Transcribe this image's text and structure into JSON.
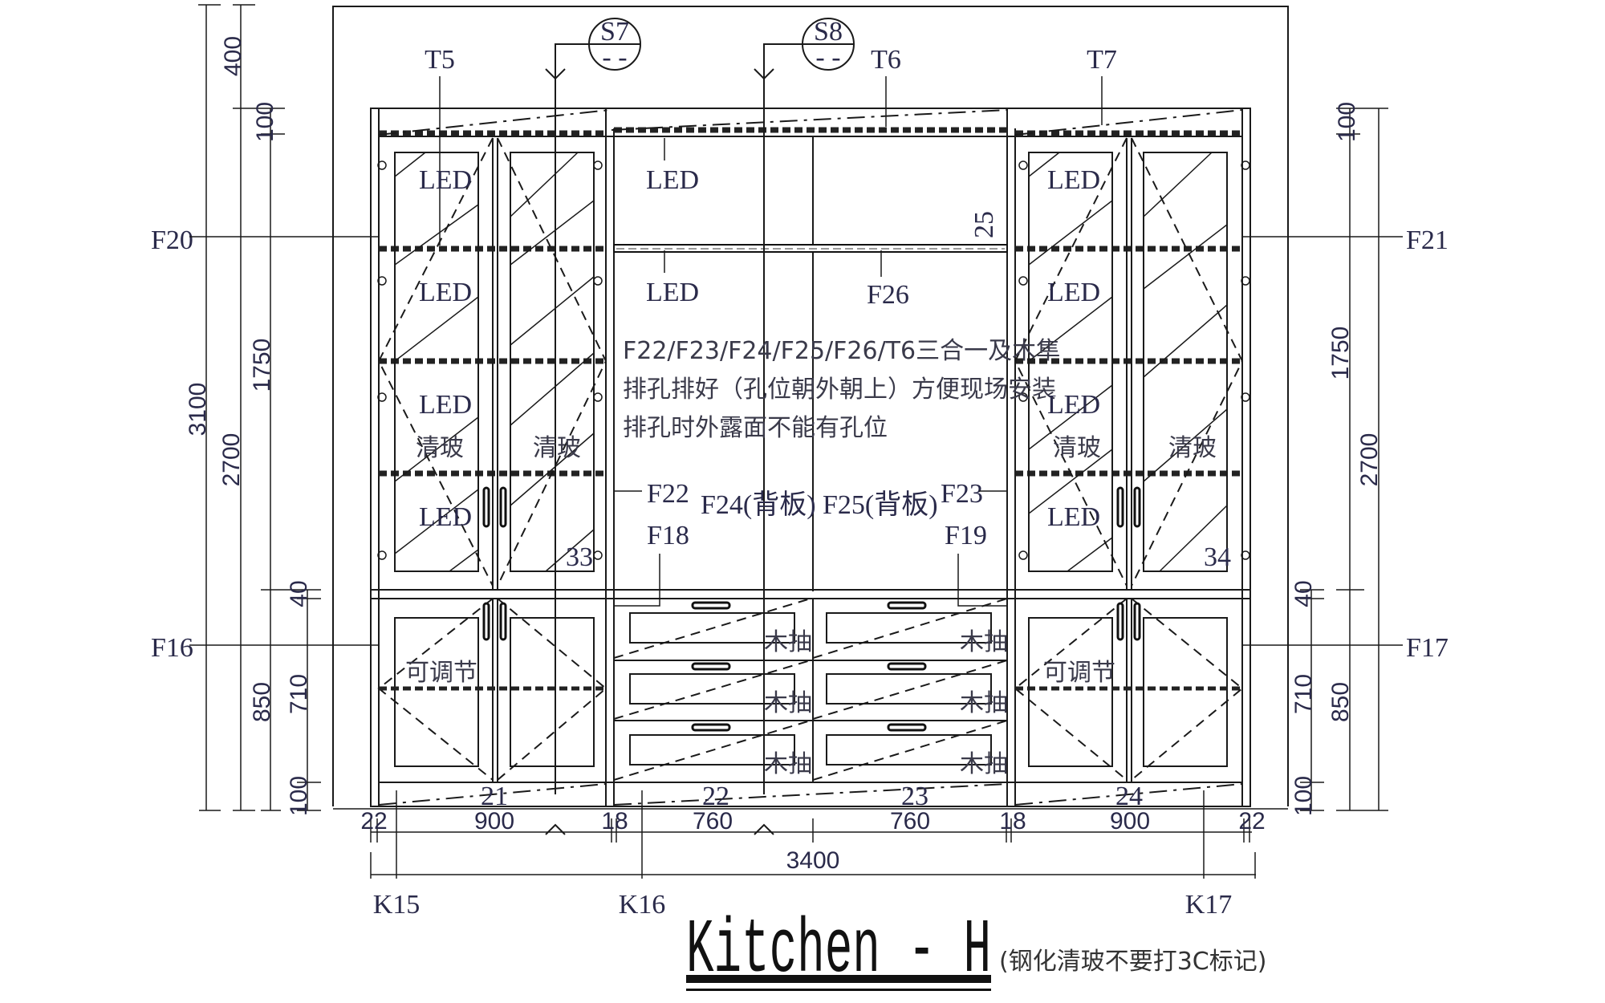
{
  "title": {
    "main": "Kitchen - H",
    "note": "(钢化清玻不要打3C标记)"
  },
  "section_markers": [
    {
      "id": "S7",
      "sub": "- -"
    },
    {
      "id": "S8",
      "sub": "- -"
    }
  ],
  "top_labels": {
    "t5": "T5",
    "t6": "T6",
    "t7": "T7"
  },
  "side_labels": {
    "f20": "F20",
    "f21": "F21",
    "f16": "F16",
    "f17": "F17"
  },
  "middle_labels": {
    "f22": "F22",
    "f23": "F23",
    "f18": "F18",
    "f19": "F19",
    "f24": "F24(背板)",
    "f25": "F25(背板)",
    "f26": "F26",
    "dim25": "25"
  },
  "note_lines": [
    "F22/F23/F24/F25/F26/T6三合一及木隼",
    "排孔排好（孔位朝外朝上）方便现场安装",
    "排孔时外露面不能有孔位"
  ],
  "cabinet_labels": {
    "led": "LED",
    "clear_glass": "清玻",
    "adjustable": "可调节",
    "wood_drawer": "木抽",
    "left_num": "33",
    "right_num": "34"
  },
  "kick_numbers": [
    "21",
    "22",
    "23",
    "24"
  ],
  "kick_labels": {
    "k15": "K15",
    "k16": "K16",
    "k17": "K17"
  },
  "dims_left": {
    "d400": "400",
    "d100_top": "100",
    "d3100": "3100",
    "d2700": "2700",
    "d1750": "1750",
    "d40": "40",
    "d850": "850",
    "d710": "710",
    "d100_bot": "100"
  },
  "dims_right": {
    "d100_top": "100",
    "d1750": "1750",
    "d2700": "2700",
    "d40": "40",
    "d850": "850",
    "d710": "710",
    "d100_bot": "100"
  },
  "dims_bottom": {
    "segments": [
      "22",
      "900",
      "18",
      "760",
      "760",
      "18",
      "900",
      "22"
    ],
    "total": "3400"
  }
}
